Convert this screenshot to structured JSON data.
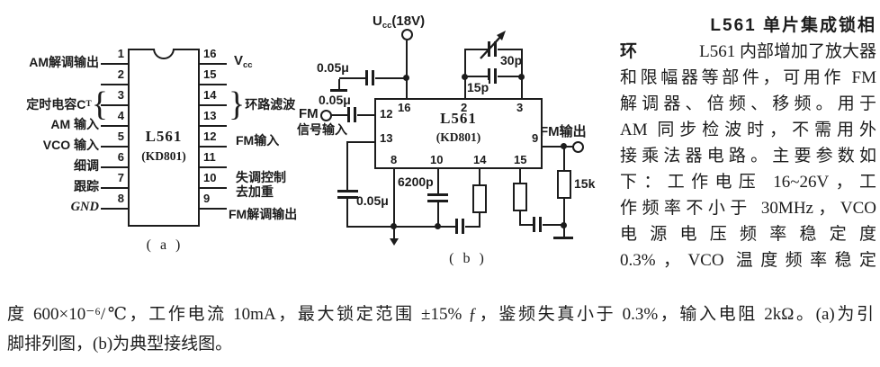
{
  "colors": {
    "ink": "#1c1c1c",
    "paper": "#ffffff"
  },
  "figure_a": {
    "chip_name": "L561",
    "chip_alt": "(KD801)",
    "caption": "( a )",
    "pins_left": [
      {
        "n": "1",
        "label": "AM解调输出"
      },
      {
        "n": "2",
        "label": ""
      },
      {
        "n": "3",
        "label": ""
      },
      {
        "n": "4",
        "label": "AM 输入"
      },
      {
        "n": "5",
        "label": "VCO 输入"
      },
      {
        "n": "6",
        "label": "细调"
      },
      {
        "n": "7",
        "label": "跟踪"
      },
      {
        "n": "8",
        "label": "GND"
      }
    ],
    "timing_cap": {
      "text": "定时电容C",
      "sub": "T",
      "brace": "{"
    },
    "pins_right": [
      {
        "n": "16"
      },
      {
        "n": "15"
      },
      {
        "n": "14"
      },
      {
        "n": "13"
      },
      {
        "n": "12"
      },
      {
        "n": "11"
      },
      {
        "n": "10"
      },
      {
        "n": "9"
      }
    ],
    "vcc": {
      "main": "V",
      "sub": "cc"
    },
    "loop_filter": {
      "brace": "}",
      "text": "环路滤波"
    },
    "fm_input_label": "FM输入",
    "detune_label": "失调控制",
    "deemphasis_label": "去加重",
    "fm_demod_label": "FM解调输出"
  },
  "figure_b": {
    "chip_name": "L561",
    "chip_alt": "(KD801)",
    "caption": "( b )",
    "supply": {
      "main": "U",
      "sub": "cc",
      "rest": "(18V)"
    },
    "fm_in": {
      "line1": "FM",
      "line2": "信号输入"
    },
    "fm_out_label": "FM输出",
    "labels": {
      "c1": "0.05μ",
      "c2": "0.05μ",
      "c3": "0.05μ",
      "c4": "6200p",
      "c5": "15p",
      "c6": "30p",
      "r1": "15k"
    },
    "pins": {
      "p16": "16",
      "p2": "2",
      "p3": "3",
      "p12": "12",
      "p13": "13",
      "p9": "9",
      "p8": "8",
      "p10": "10",
      "p14": "14",
      "p15": "15"
    }
  },
  "article": {
    "title": "L561 单片集成锁相",
    "line2_bold": "环",
    "line2_rest": "L561 内部增加了放大器",
    "lines": [
      "和限幅器等部件，可用作 FM",
      "解调器、倍频、移频。用于",
      "AM 同步检波时，不需用外",
      "接乘法器电路。主要参数如",
      "下：工作电压 16~26V，工",
      "作频率不小于 30MHz，VCO",
      "电源电压频率稳定度",
      "0.3%，VCO 温度频率稳定"
    ]
  },
  "footer": {
    "line1": "度 600×10⁻⁶/℃，工作电流 10mA，最大锁定范围 ±15% ƒ，鉴频失真小于 0.3%，输入电阻 2kΩ。(a)为引",
    "line2": "脚排列图，(b)为典型接线图。"
  }
}
